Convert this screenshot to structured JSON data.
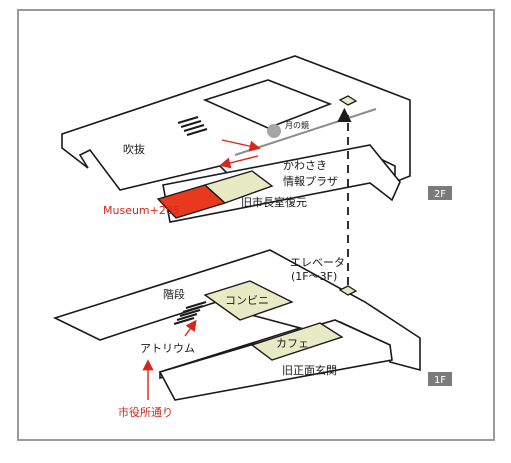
{
  "floors": {
    "upper": "2F",
    "lower": "1F"
  },
  "labels_2f": {
    "atrium_void": "吹抜",
    "moon_clock": "月の鏡",
    "info_plaza_line1": "かわさき",
    "info_plaza_line2": "情報プラザ",
    "museum": "Museum+205",
    "mayor_room": "旧市長室復元"
  },
  "labels_1f": {
    "elevator_line1": "エレベータ",
    "elevator_line2": "(1F～3F)",
    "stairs": "階段",
    "convenience_store": "コンビニ",
    "atrium": "アトリウム",
    "cafe": "カフェ",
    "old_entrance": "旧正面玄関",
    "street": "市役所通り"
  },
  "colors": {
    "museum_fill": "#e8391f",
    "plaza_fill": "#e6ebc4",
    "outline": "#1a1a1a",
    "accent_red": "#d9261c",
    "floor_tag": "#7a7a7a",
    "frame": "#9a9a9a"
  }
}
